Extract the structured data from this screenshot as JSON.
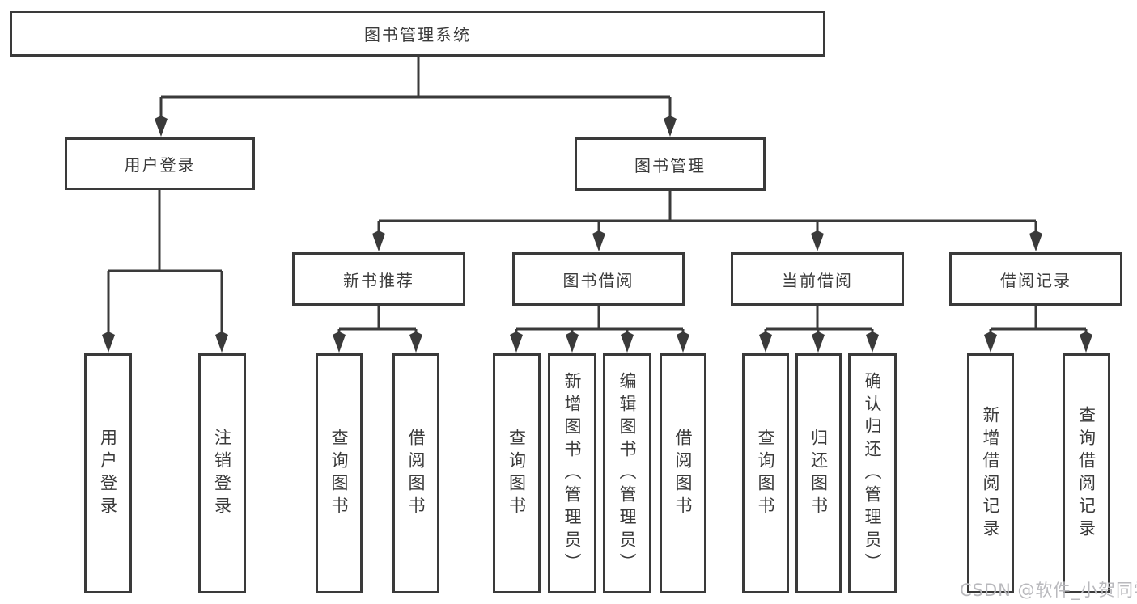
{
  "diagram_title": "图书管理系统",
  "tree": {
    "root": {
      "label": "图书管理系统"
    },
    "branches": [
      {
        "label": "用户登录",
        "children": [
          {
            "label": "用户登录"
          },
          {
            "label": "注销登录"
          }
        ]
      },
      {
        "label": "图书管理",
        "children": [
          {
            "label": "新书推荐",
            "children": [
              {
                "label": "查询图书"
              },
              {
                "label": "借阅图书"
              }
            ]
          },
          {
            "label": "图书借阅",
            "children": [
              {
                "label": "查询图书"
              },
              {
                "label": "新增图书（管理员）"
              },
              {
                "label": "编辑图书（管理员）"
              },
              {
                "label": "借阅图书"
              }
            ]
          },
          {
            "label": "当前借阅",
            "children": [
              {
                "label": "查询图书"
              },
              {
                "label": "归还图书"
              },
              {
                "label": "确认归还（管理员）"
              }
            ]
          },
          {
            "label": "借阅记录",
            "children": [
              {
                "label": "新增借阅记录"
              },
              {
                "label": "查询借阅记录"
              }
            ]
          }
        ]
      }
    ]
  },
  "watermark": {
    "text": "CSDN @软件_小贺同学",
    "color": "#b9b9bd"
  },
  "colors": {
    "line": "#3a3a3a",
    "box_border": "#3a3a3a",
    "text": "#3b3b3b",
    "background": "#ffffff"
  }
}
